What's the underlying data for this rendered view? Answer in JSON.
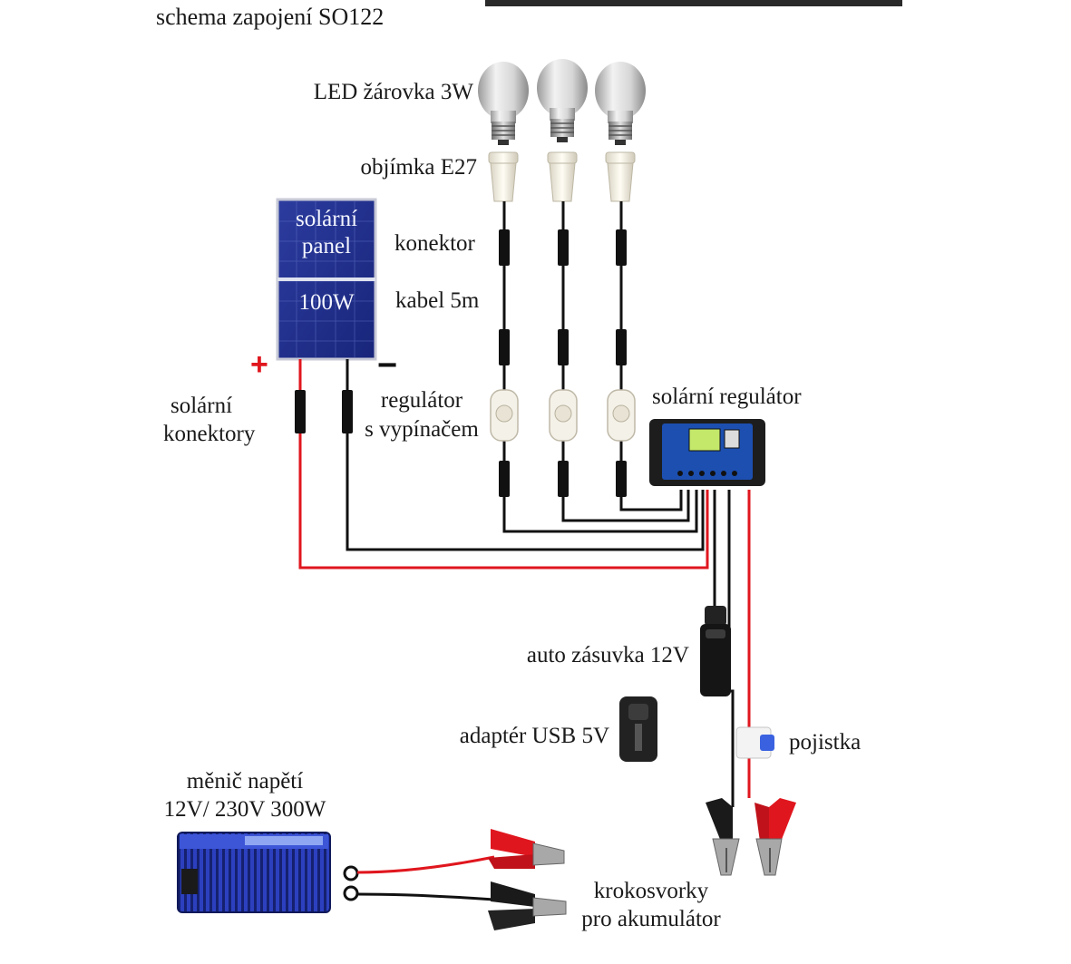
{
  "title": "schema zapojení SO122",
  "panel": {
    "line1": "solární",
    "line2": "panel",
    "power": "100W",
    "plus": "+",
    "minus": "−"
  },
  "labels": {
    "bulb": "LED žárovka 3W",
    "socket": "objímka E27",
    "connector": "konektor",
    "cable": "kabel 5m",
    "dimmer_l1": "regulátor",
    "dimmer_l2": "s vypínačem",
    "solar_conn_l1": "solární",
    "solar_conn_l2": "konektory",
    "controller": "solární regulátor",
    "car_socket": "auto zásuvka 12V",
    "usb_adapter": "adaptér USB 5V",
    "fuse": "pojistka",
    "inverter_l1": "měnič napětí",
    "inverter_l2": "12V/ 230V 300W",
    "clamps_l1": "krokosvorky",
    "clamps_l2": "pro akumulátor"
  },
  "colors": {
    "positive": "#e0161e",
    "negative": "#111111",
    "panel": "#1f2f8f",
    "controller": "#1c4fb0",
    "inverter": "#2a3fb4"
  }
}
